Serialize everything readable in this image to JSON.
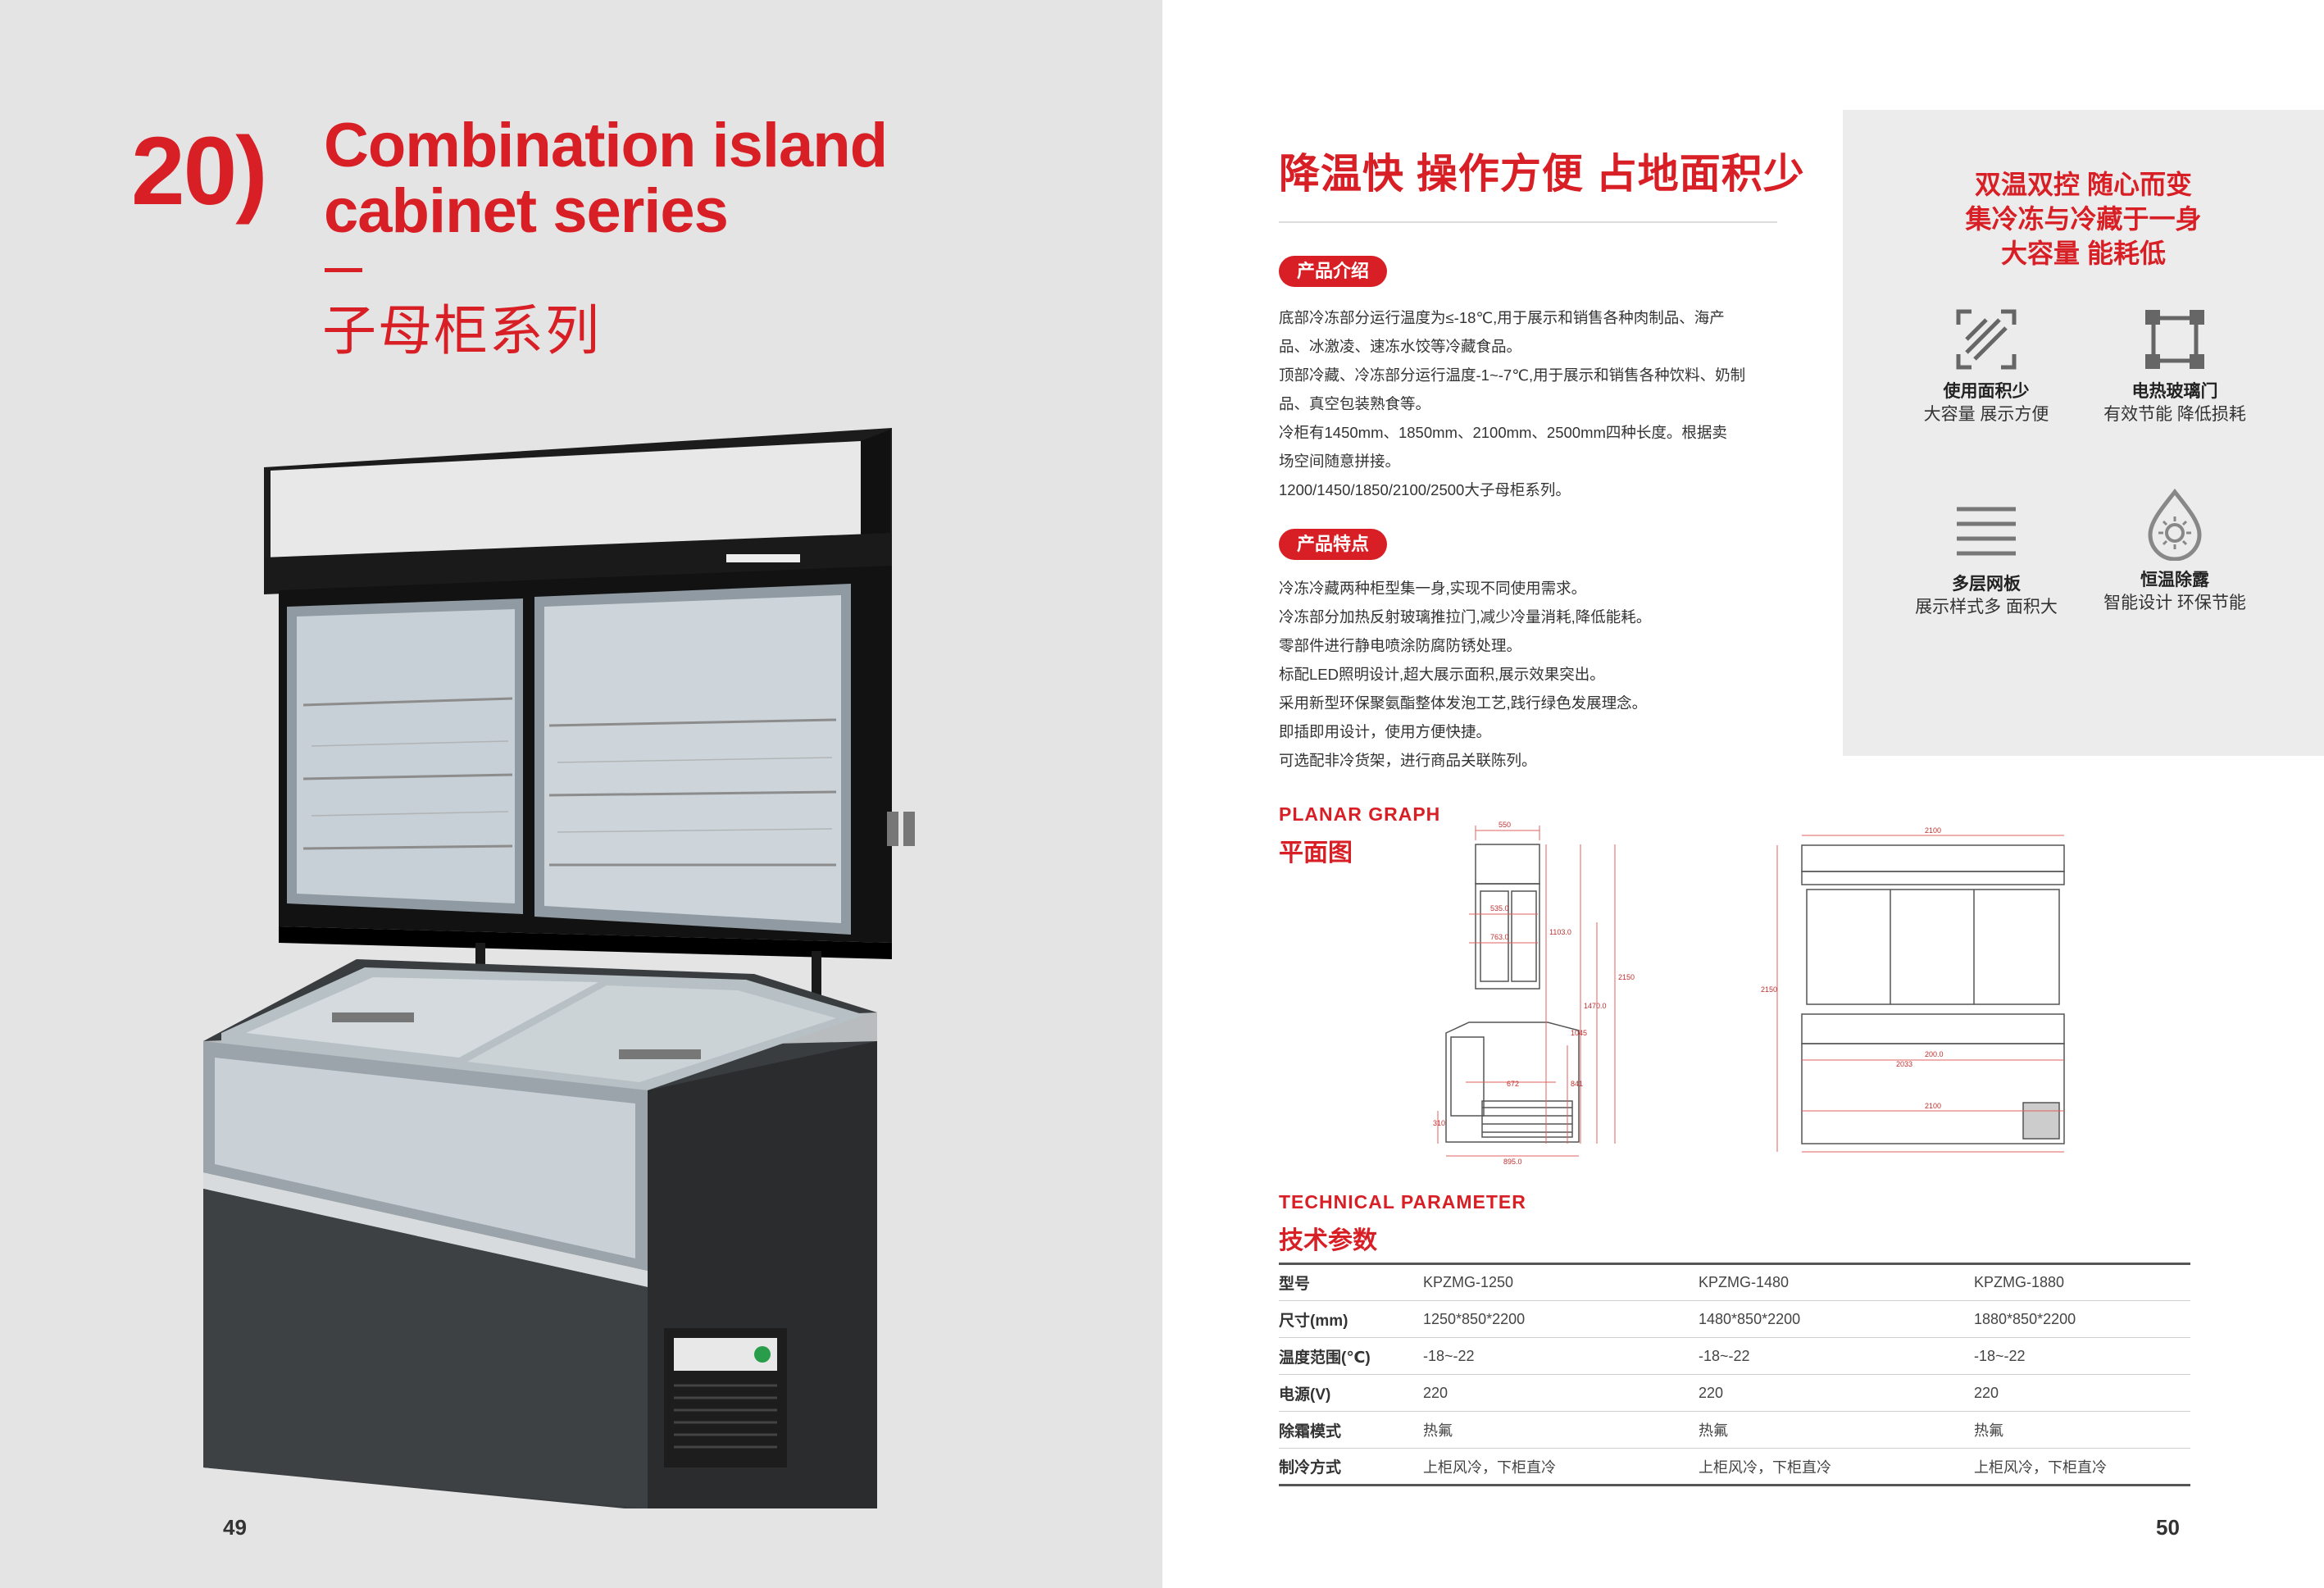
{
  "left": {
    "series_number": "20)",
    "title_line1": "Combination island",
    "title_line2": "cabinet series",
    "title_cn": "子母柜系列",
    "page_number": "49"
  },
  "right": {
    "headline": "降温快 操作方便 占地面积少",
    "intro_label": "产品介绍",
    "intro_lines": [
      "底部冷冻部分运行温度为≤-18℃,用于展示和销售各种肉制品、海产",
      "品、冰激凌、速冻水饺等冷藏食品。",
      "顶部冷藏、冷冻部分运行温度-1~-7℃,用于展示和销售各种饮料、奶制",
      "品、真空包装熟食等。",
      "冷柜有1450mm、1850mm、2100mm、2500mm四种长度。根据卖",
      "场空间随意拼接。",
      "1200/1450/1850/2100/2500大子母柜系列。"
    ],
    "features_label": "产品特点",
    "feature_lines": [
      "冷冻冷藏两种柜型集一身,实现不同使用需求。",
      "冷冻部分加热反射玻璃推拉门,减少冷量消耗,降低能耗。",
      "零部件进行静电喷涂防腐防锈处理。",
      "标配LED照明设计,超大展示面积,展示效果突出。",
      "采用新型环保聚氨酯整体发泡工艺,践行绿色发展理念。",
      "即插即用设计，使用方便快捷。",
      "可选配非冷货架，进行商品关联陈列。"
    ],
    "box": {
      "heading_lines": [
        "双温双控 随心而变",
        "集冷冻与冷藏于一身",
        "大容量 能耗低"
      ],
      "items": [
        {
          "title": "使用面积少",
          "sub": "大容量 展示方便",
          "icon": "area-icon"
        },
        {
          "title": "电热玻璃门",
          "sub": "有效节能 降低损耗",
          "icon": "glass-door-icon"
        },
        {
          "title": "多层网板",
          "sub": "展示样式多 面积大",
          "icon": "shelves-icon"
        },
        {
          "title": "恒温除露",
          "sub": "智能设计 环保节能",
          "icon": "defog-icon"
        }
      ]
    },
    "planar_en": "PLANAR GRAPH",
    "planar_cn": "平面图",
    "side_dims": [
      "550",
      "535.0",
      "763.0",
      "1103.0",
      "1470.0",
      "1045",
      "841",
      "310",
      "672",
      "895.0",
      "2150"
    ],
    "front_dims": [
      "2100",
      "2150",
      "200.0",
      "2033",
      "2100"
    ],
    "tech_en": "TECHNICAL PARAMETER",
    "tech_cn": "技术参数",
    "table": [
      {
        "label": "型号",
        "values": [
          "KPZMG-1250",
          "KPZMG-1480",
          "KPZMG-1880"
        ]
      },
      {
        "label": "尺寸(mm)",
        "values": [
          "1250*850*2200",
          "1480*850*2200",
          "1880*850*2200"
        ]
      },
      {
        "label": "温度范围(℃)",
        "values": [
          "-18~-22",
          "-18~-22",
          "-18~-22"
        ]
      },
      {
        "label": "电源(V)",
        "values": [
          "220",
          "220",
          "220"
        ]
      },
      {
        "label": "除霜模式",
        "values": [
          "热氟",
          "热氟",
          "热氟"
        ]
      },
      {
        "label": "制冷方式",
        "values": [
          "上柜风冷，下柜直冷",
          "上柜风冷，下柜直冷",
          "上柜风冷，下柜直冷"
        ]
      }
    ],
    "page_number": "50"
  }
}
